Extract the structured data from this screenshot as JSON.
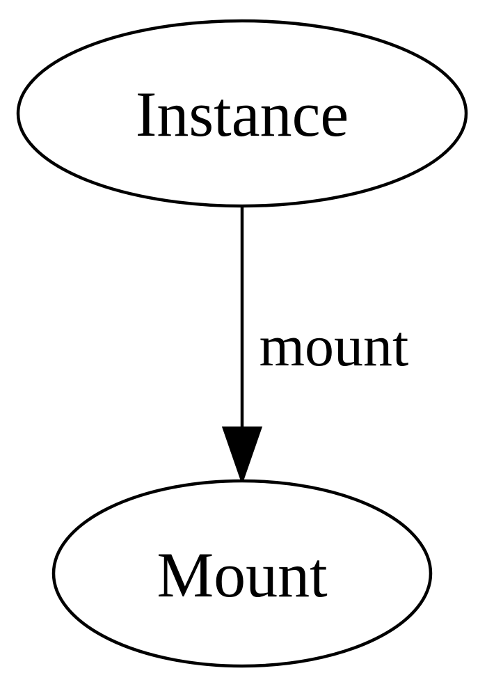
{
  "nodes": [
    {
      "id": "instance",
      "label": "Instance"
    },
    {
      "id": "mount",
      "label": "Mount"
    }
  ],
  "edges": [
    {
      "from": "instance",
      "to": "mount",
      "label": "mount"
    }
  ],
  "colors": {
    "stroke": "#000000",
    "background": "#ffffff"
  }
}
